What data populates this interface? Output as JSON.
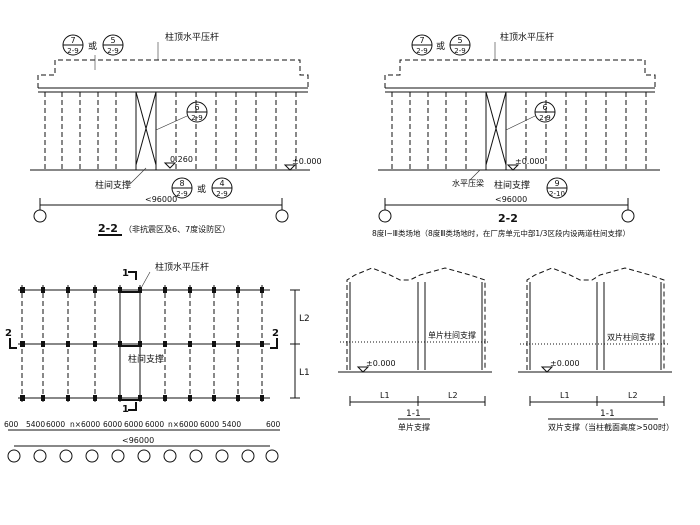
{
  "elev_left": {
    "tie_label": "柱顶水平压杆",
    "ref_a": {
      "top": "7",
      "bot": "2-9"
    },
    "ref_b": {
      "top": "5",
      "bot": "2-9"
    },
    "or_text": "或",
    "ref_c": {
      "top": "6",
      "bot": "2-9"
    },
    "elev_0260": "0.260",
    "elev_000": "±0.000",
    "brace_label": "柱间支撑",
    "ref_d": {
      "top": "8",
      "bot": "2-9"
    },
    "ref_e": {
      "top": "4",
      "bot": "2-9"
    },
    "dim": "<96000",
    "title": "2-2",
    "subtitle": "（非抗震区及6、7度设防区）"
  },
  "elev_right": {
    "tie_label": "柱顶水平压杆",
    "ref_a": {
      "top": "7",
      "bot": "2-9"
    },
    "ref_b": {
      "top": "5",
      "bot": "2-9"
    },
    "or_text": "或",
    "ref_c": {
      "top": "6",
      "bot": "2-9"
    },
    "elev_000": "±0.000",
    "hframe_label": "水平压梁",
    "brace_label": "柱间支撑",
    "ref_f": {
      "top": "9",
      "bot": "2-10"
    },
    "dim": "<96000",
    "title": "2-2",
    "caption": "8度Ⅰ~Ⅲ类场地（8度Ⅲ类场地时，在厂房单元中部1/3区段内设两道柱间支撑）"
  },
  "plan": {
    "tie_label": "柱顶水平压杆",
    "sec_top": "1",
    "sec_bot": "1",
    "sec_left": "2",
    "sec_right": "2",
    "brace_label": "柱间支撑",
    "dim_l2": "L2",
    "dim_l1": "L1",
    "bay_dims": [
      "600",
      "5400",
      "6000",
      "n×6000",
      "6000",
      "6000",
      "6000",
      "n×6000",
      "6000",
      "5400",
      "600"
    ],
    "total": "<96000"
  },
  "sect_single": {
    "label": "单片柱间支撑",
    "elev_000": "±0.000",
    "l1": "L1",
    "l2": "L2",
    "title": "1-1",
    "caption": "单片支撑"
  },
  "sect_double": {
    "label": "双片柱间支撑",
    "elev_000": "±0.000",
    "l1": "L1",
    "l2": "L2",
    "title": "1-1",
    "caption": "双片支撑（当柱截面高度>500时）"
  }
}
